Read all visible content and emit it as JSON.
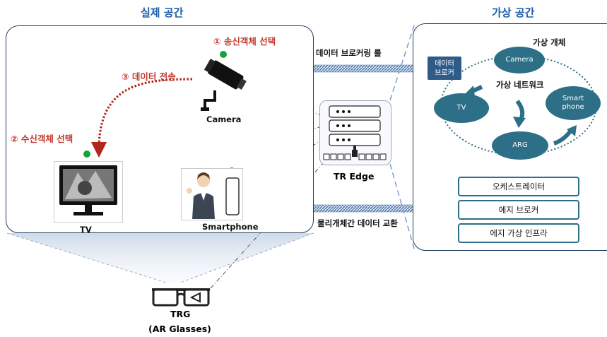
{
  "real_space": {
    "title": "실제 공간",
    "step1": "① 송신객체 선택",
    "step2": "② 수신객체 선택",
    "step3": "③ 데이터 전송",
    "camera_label": "Camera",
    "tv_label": "TV",
    "smartphone_label": "Smartphone"
  },
  "virtual_space": {
    "title": "가상 공간",
    "virtual_object": "가상 개체",
    "virtual_network": "가상 네트워크",
    "data_broker": "데이터\n브로커",
    "nodes": {
      "camera": "Camera",
      "tv": "TV",
      "smartphone": "Smart\nphone",
      "arg": "ARG"
    },
    "components": [
      "오케스트레이터",
      "에지 브로커",
      "에지 가상 인프라"
    ]
  },
  "edge": {
    "label": "TR Edge",
    "arrow_top": "데이터 브로커링 룰",
    "arrow_bottom": "물리개체간 데이터 교환"
  },
  "glasses": {
    "label": "TRG",
    "sublabel": "(AR Glasses)"
  },
  "colors": {
    "title_blue": "#1f5fa8",
    "step_red": "#c0392b",
    "node_teal": "#2d6f86",
    "status_green": "#18a33a"
  }
}
